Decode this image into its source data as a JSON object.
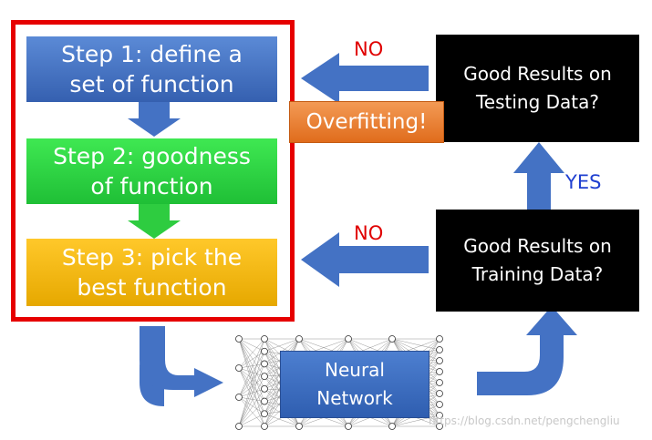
{
  "steps": {
    "step1": "Step 1: define a\nset of function",
    "step2": "Step 2: goodness\nof function",
    "step3": "Step 3: pick the\nbest function"
  },
  "network": {
    "label": "Neural\nNetwork"
  },
  "checks": {
    "training": "Good Results on\nTraining Data?",
    "testing": "Good Results on\nTesting Data?"
  },
  "labels": {
    "no_top": "NO",
    "no_bottom": "NO",
    "yes": "YES"
  },
  "overfitting": "Overfitting!",
  "watermark": "https://blog.csdn.net/pengchengliu",
  "colors": {
    "step1": "#4472c4",
    "step2": "#2ecc40",
    "step3": "#f5b800",
    "highlight_frame": "#e60000",
    "arrow": "#4472c4",
    "overfitting": "#ed7d31",
    "no_text": "#e00000",
    "yes_text": "#1f3fd0"
  }
}
